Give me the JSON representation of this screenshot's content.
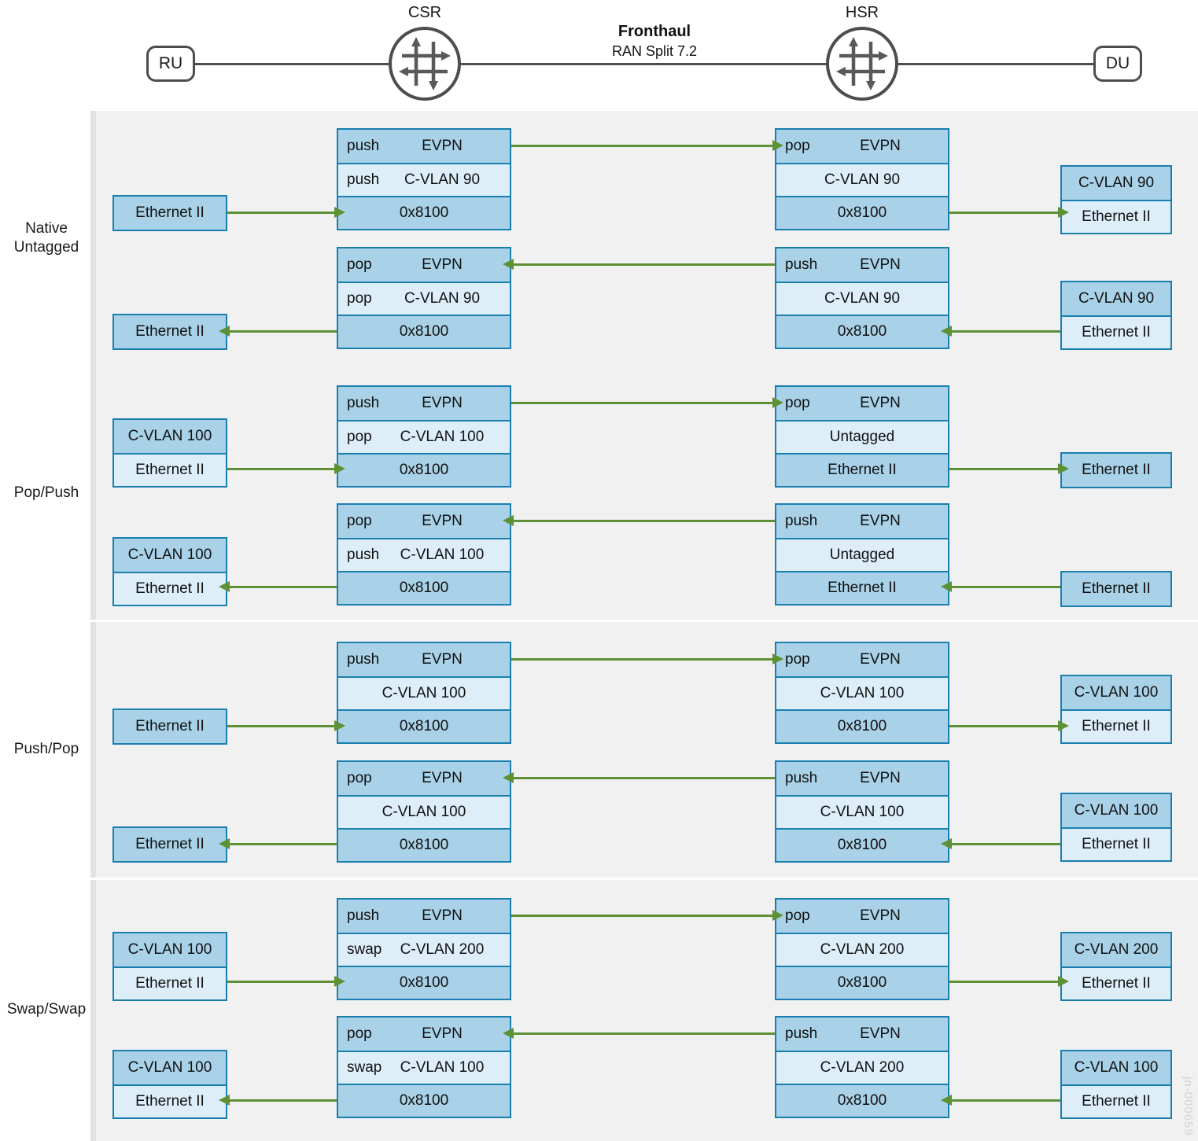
{
  "topology": {
    "ru_label": "RU",
    "du_label": "DU",
    "csr_label": "CSR",
    "hsr_label": "HSR",
    "fronthaul_title": "Fronthaul",
    "fronthaul_subtitle": "RAN Split 7.2"
  },
  "watermark": "jn-000659",
  "colors": {
    "box_border": "#1a7fae",
    "shade_dark": "#a9d2e8",
    "shade_light": "#ddeef9",
    "arrow": "#5e9136",
    "panel_bg": "#f1f1f1",
    "node_stroke": "#4d4d4d"
  },
  "sections": [
    {
      "label": "Native\nUntagged",
      "label_line1": "Native",
      "label_line2": "Untagged",
      "flows": [
        {
          "direction": "right",
          "ru_box": {
            "rows": [
              {
                "op": "",
                "val": "Ethernet II",
                "shade": "a"
              }
            ]
          },
          "csr_box": {
            "rows": [
              {
                "op": "push",
                "val": "EVPN",
                "shade": "a"
              },
              {
                "op": "push",
                "val": "C-VLAN 90",
                "shade": "b"
              },
              {
                "op": "",
                "val": "0x8100",
                "shade": "a"
              }
            ]
          },
          "hsr_box": {
            "rows": [
              {
                "op": "pop",
                "val": "EVPN",
                "shade": "a"
              },
              {
                "op": "",
                "val": "C-VLAN 90",
                "shade": "b"
              },
              {
                "op": "",
                "val": "0x8100",
                "shade": "a"
              }
            ]
          },
          "du_box": {
            "rows": [
              {
                "op": "",
                "val": "C-VLAN 90",
                "shade": "a"
              },
              {
                "op": "",
                "val": "Ethernet II",
                "shade": "b"
              }
            ]
          }
        },
        {
          "direction": "left",
          "ru_box": {
            "rows": [
              {
                "op": "",
                "val": "Ethernet II",
                "shade": "a"
              }
            ]
          },
          "csr_box": {
            "rows": [
              {
                "op": "pop",
                "val": "EVPN",
                "shade": "a"
              },
              {
                "op": "pop",
                "val": "C-VLAN 90",
                "shade": "b"
              },
              {
                "op": "",
                "val": "0x8100",
                "shade": "a"
              }
            ]
          },
          "hsr_box": {
            "rows": [
              {
                "op": "push",
                "val": "EVPN",
                "shade": "a"
              },
              {
                "op": "",
                "val": "C-VLAN 90",
                "shade": "b"
              },
              {
                "op": "",
                "val": "0x8100",
                "shade": "a"
              }
            ]
          },
          "du_box": {
            "rows": [
              {
                "op": "",
                "val": "C-VLAN 90",
                "shade": "a"
              },
              {
                "op": "",
                "val": "Ethernet II",
                "shade": "b"
              }
            ]
          }
        }
      ]
    },
    {
      "label": "Pop/Push",
      "label_line1": "Pop/Push",
      "label_line2": "",
      "flows": [
        {
          "direction": "right",
          "ru_box": {
            "rows": [
              {
                "op": "",
                "val": "C-VLAN 100",
                "shade": "a"
              },
              {
                "op": "",
                "val": "Ethernet II",
                "shade": "b"
              }
            ]
          },
          "csr_box": {
            "rows": [
              {
                "op": "push",
                "val": "EVPN",
                "shade": "a"
              },
              {
                "op": "pop",
                "val": "C-VLAN 100",
                "shade": "b"
              },
              {
                "op": "",
                "val": "0x8100",
                "shade": "a"
              }
            ]
          },
          "hsr_box": {
            "rows": [
              {
                "op": "pop",
                "val": "EVPN",
                "shade": "a"
              },
              {
                "op": "",
                "val": "Untagged",
                "shade": "b"
              },
              {
                "op": "",
                "val": "Ethernet II",
                "shade": "a"
              }
            ]
          },
          "du_box": {
            "rows": [
              {
                "op": "",
                "val": "Ethernet II",
                "shade": "a"
              }
            ]
          }
        },
        {
          "direction": "left",
          "ru_box": {
            "rows": [
              {
                "op": "",
                "val": "C-VLAN 100",
                "shade": "a"
              },
              {
                "op": "",
                "val": "Ethernet II",
                "shade": "b"
              }
            ]
          },
          "csr_box": {
            "rows": [
              {
                "op": "pop",
                "val": "EVPN",
                "shade": "a"
              },
              {
                "op": "push",
                "val": "C-VLAN 100",
                "shade": "b"
              },
              {
                "op": "",
                "val": "0x8100",
                "shade": "a"
              }
            ]
          },
          "hsr_box": {
            "rows": [
              {
                "op": "push",
                "val": "EVPN",
                "shade": "a"
              },
              {
                "op": "",
                "val": "Untagged",
                "shade": "b"
              },
              {
                "op": "",
                "val": "Ethernet II",
                "shade": "a"
              }
            ]
          },
          "du_box": {
            "rows": [
              {
                "op": "",
                "val": "Ethernet II",
                "shade": "a"
              }
            ]
          }
        }
      ]
    },
    {
      "label": "Push/Pop",
      "label_line1": "Push/Pop",
      "label_line2": "",
      "flows": [
        {
          "direction": "right",
          "ru_box": {
            "rows": [
              {
                "op": "",
                "val": "Ethernet II",
                "shade": "a"
              }
            ]
          },
          "csr_box": {
            "rows": [
              {
                "op": "push",
                "val": "EVPN",
                "shade": "a"
              },
              {
                "op": "",
                "val": "C-VLAN 100",
                "shade": "b"
              },
              {
                "op": "",
                "val": "0x8100",
                "shade": "a"
              }
            ]
          },
          "hsr_box": {
            "rows": [
              {
                "op": "pop",
                "val": "EVPN",
                "shade": "a"
              },
              {
                "op": "",
                "val": "C-VLAN 100",
                "shade": "b"
              },
              {
                "op": "",
                "val": "0x8100",
                "shade": "a"
              }
            ]
          },
          "du_box": {
            "rows": [
              {
                "op": "",
                "val": "C-VLAN 100",
                "shade": "a"
              },
              {
                "op": "",
                "val": "Ethernet II",
                "shade": "b"
              }
            ]
          }
        },
        {
          "direction": "left",
          "ru_box": {
            "rows": [
              {
                "op": "",
                "val": "Ethernet II",
                "shade": "a"
              }
            ]
          },
          "csr_box": {
            "rows": [
              {
                "op": "pop",
                "val": "EVPN",
                "shade": "a"
              },
              {
                "op": "",
                "val": "C-VLAN 100",
                "shade": "b"
              },
              {
                "op": "",
                "val": "0x8100",
                "shade": "a"
              }
            ]
          },
          "hsr_box": {
            "rows": [
              {
                "op": "push",
                "val": "EVPN",
                "shade": "a"
              },
              {
                "op": "",
                "val": "C-VLAN 100",
                "shade": "b"
              },
              {
                "op": "",
                "val": "0x8100",
                "shade": "a"
              }
            ]
          },
          "du_box": {
            "rows": [
              {
                "op": "",
                "val": "C-VLAN 100",
                "shade": "a"
              },
              {
                "op": "",
                "val": "Ethernet II",
                "shade": "b"
              }
            ]
          }
        }
      ]
    },
    {
      "label": "Swap/Swap",
      "label_line1": "Swap/Swap",
      "label_line2": "",
      "flows": [
        {
          "direction": "right",
          "ru_box": {
            "rows": [
              {
                "op": "",
                "val": "C-VLAN 100",
                "shade": "a"
              },
              {
                "op": "",
                "val": "Ethernet II",
                "shade": "b"
              }
            ]
          },
          "csr_box": {
            "rows": [
              {
                "op": "push",
                "val": "EVPN",
                "shade": "a"
              },
              {
                "op": "swap",
                "val": "C-VLAN 200",
                "shade": "b"
              },
              {
                "op": "",
                "val": "0x8100",
                "shade": "a"
              }
            ]
          },
          "hsr_box": {
            "rows": [
              {
                "op": "pop",
                "val": "EVPN",
                "shade": "a"
              },
              {
                "op": "",
                "val": "C-VLAN 200",
                "shade": "b"
              },
              {
                "op": "",
                "val": "0x8100",
                "shade": "a"
              }
            ]
          },
          "du_box": {
            "rows": [
              {
                "op": "",
                "val": "C-VLAN 200",
                "shade": "a"
              },
              {
                "op": "",
                "val": "Ethernet II",
                "shade": "b"
              }
            ]
          }
        },
        {
          "direction": "left",
          "ru_box": {
            "rows": [
              {
                "op": "",
                "val": "C-VLAN 100",
                "shade": "a"
              },
              {
                "op": "",
                "val": "Ethernet II",
                "shade": "b"
              }
            ]
          },
          "csr_box": {
            "rows": [
              {
                "op": "pop",
                "val": "EVPN",
                "shade": "a"
              },
              {
                "op": "swap",
                "val": "C-VLAN 100",
                "shade": "b"
              },
              {
                "op": "",
                "val": "0x8100",
                "shade": "a"
              }
            ]
          },
          "hsr_box": {
            "rows": [
              {
                "op": "push",
                "val": "EVPN",
                "shade": "a"
              },
              {
                "op": "",
                "val": "C-VLAN 200",
                "shade": "b"
              },
              {
                "op": "",
                "val": "0x8100",
                "shade": "a"
              }
            ]
          },
          "du_box": {
            "rows": [
              {
                "op": "",
                "val": "C-VLAN 100",
                "shade": "a"
              },
              {
                "op": "",
                "val": "Ethernet II",
                "shade": "b"
              }
            ]
          }
        }
      ]
    }
  ]
}
